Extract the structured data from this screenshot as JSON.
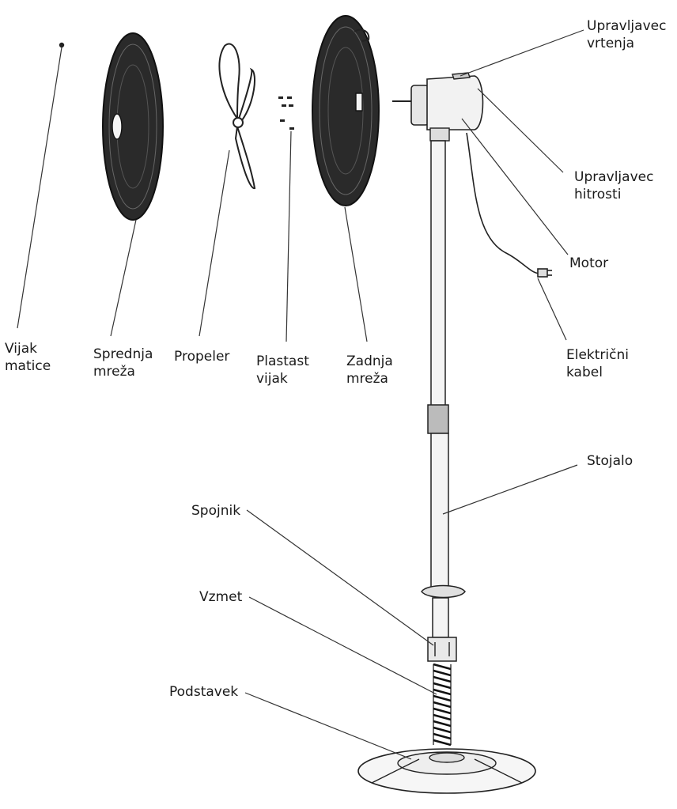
{
  "labels": {
    "vijak_matice": [
      "Vijak",
      "matice"
    ],
    "sprednja_mreza": [
      "Sprednja",
      "mreža"
    ],
    "propeler": [
      "Propeler"
    ],
    "plastast_vijak": [
      "Plastast",
      "vijak"
    ],
    "zadnja_mreza": [
      "Zadnja",
      "mreža"
    ],
    "upravljavec_vrtenja": [
      "Upravljavec",
      "vrtenja"
    ],
    "upravljavec_hitrosti": [
      "Upravljavec",
      "hitrosti"
    ],
    "motor": [
      "Motor"
    ],
    "elektricni_kabel": [
      "Električni",
      "kabel"
    ],
    "stojalo": [
      "Stojalo"
    ],
    "spojnik": [
      "Spojnik"
    ],
    "vzmet": [
      "Vzmet"
    ],
    "podstavek": [
      "Podstavek"
    ]
  }
}
